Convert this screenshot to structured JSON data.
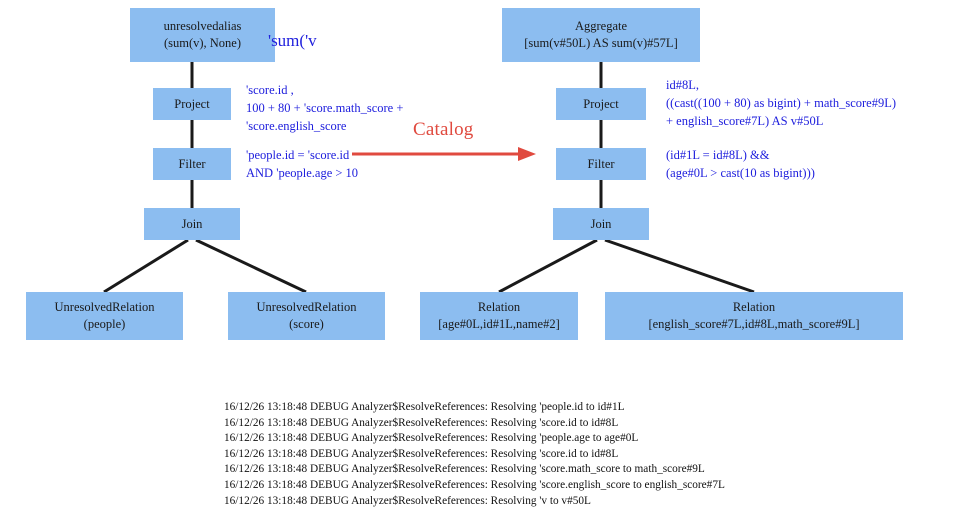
{
  "diagram": {
    "title_flow": "Spark Catalyst analyzer: unresolved logical plan to analyzed logical plan",
    "colors": {
      "node_fill": "#8cbdf0",
      "annotation_blue": "#2020dd",
      "catalog_red": "#e04a3f",
      "edge_black": "#1a1a1a",
      "background": "#ffffff"
    },
    "transform_label": "Catalog",
    "left_plan": {
      "name": "unresolved-logical-plan",
      "nodes": [
        {
          "id": "unresolvedalias",
          "line1": "unresolvedalias",
          "line2": "(sum(v), None)"
        },
        {
          "id": "project",
          "line1": "Project",
          "line2": ""
        },
        {
          "id": "filter",
          "line1": "Filter",
          "line2": ""
        },
        {
          "id": "join",
          "line1": "Join",
          "line2": ""
        },
        {
          "id": "rel-people",
          "line1": "UnresolvedRelation",
          "line2": "(people)"
        },
        {
          "id": "rel-score",
          "line1": "UnresolvedRelation",
          "line2": "(score)"
        }
      ],
      "annotations": {
        "unresolvedalias": "'sum('v",
        "project": "'score.id ,\n100 + 80 + 'score.math_score +\n'score.english_score",
        "filter": "'people.id = 'score.id\nAND 'people.age > 10"
      }
    },
    "right_plan": {
      "name": "analyzed-logical-plan",
      "nodes": [
        {
          "id": "aggregate",
          "line1": "Aggregate",
          "line2": "[sum(v#50L) AS sum(v)#57L]"
        },
        {
          "id": "project",
          "line1": "Project",
          "line2": ""
        },
        {
          "id": "filter",
          "line1": "Filter",
          "line2": ""
        },
        {
          "id": "join",
          "line1": "Join",
          "line2": ""
        },
        {
          "id": "rel-people",
          "line1": "Relation",
          "line2": "[age#0L,id#1L,name#2]"
        },
        {
          "id": "rel-score",
          "line1": "Relation",
          "line2": "[english_score#7L,id#8L,math_score#9L]"
        }
      ],
      "annotations": {
        "project": "id#8L,\n((cast((100 + 80) as bigint) + math_score#9L)\n+ english_score#7L) AS v#50L",
        "filter": "(id#1L = id#8L) &&\n(age#0L > cast(10 as bigint)))"
      }
    }
  },
  "log": {
    "lines": [
      "16/12/26 13:18:48 DEBUG Analyzer$ResolveReferences: Resolving 'people.id to id#1L",
      "16/12/26 13:18:48 DEBUG Analyzer$ResolveReferences: Resolving 'score.id to id#8L",
      "16/12/26 13:18:48 DEBUG Analyzer$ResolveReferences: Resolving 'people.age to age#0L",
      "16/12/26 13:18:48 DEBUG Analyzer$ResolveReferences: Resolving 'score.id to id#8L",
      "16/12/26 13:18:48 DEBUG Analyzer$ResolveReferences: Resolving 'score.math_score to math_score#9L",
      "16/12/26 13:18:48 DEBUG Analyzer$ResolveReferences: Resolving 'score.english_score to english_score#7L",
      "16/12/26 13:18:48 DEBUG Analyzer$ResolveReferences: Resolving 'v to v#50L"
    ]
  }
}
